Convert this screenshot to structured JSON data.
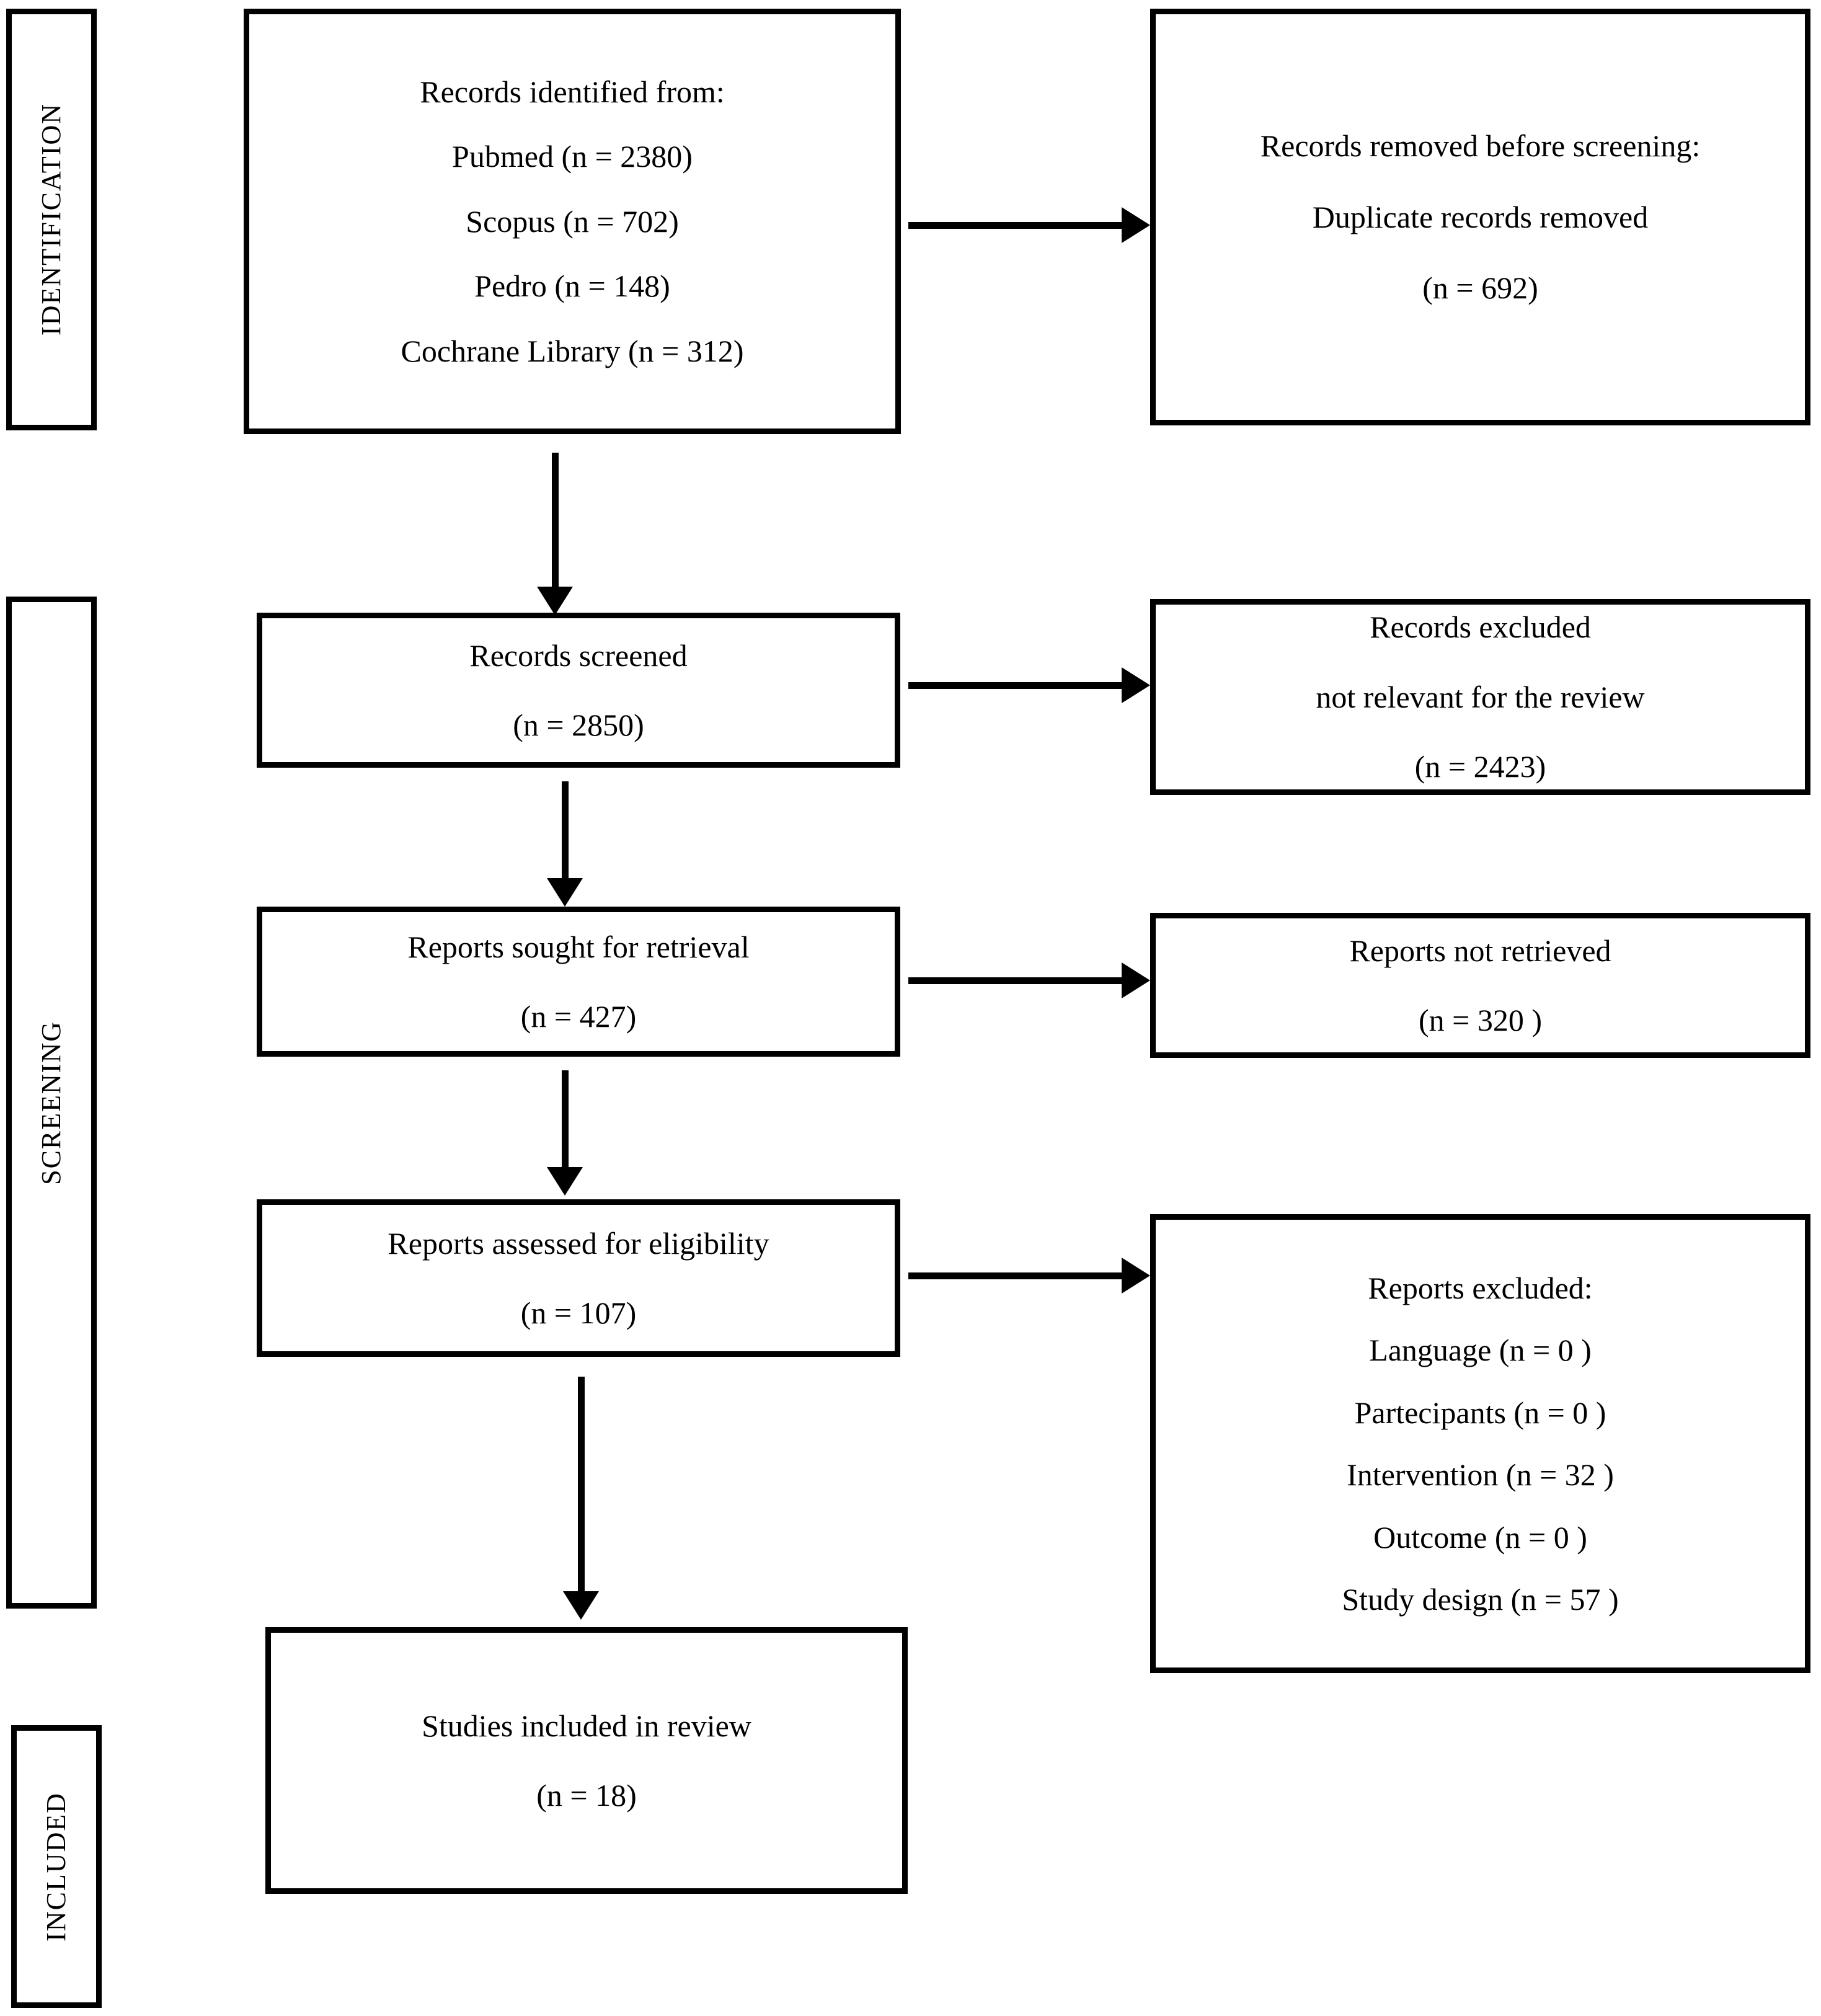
{
  "diagram": {
    "type": "prisma-flow-diagram",
    "title": "PRISMA 2020 flow diagram",
    "ink_color": "#000000",
    "background_color": "#ffffff"
  },
  "phases": [
    {
      "id": "identification",
      "label": "IDENTIFICATION"
    },
    {
      "id": "screening",
      "label": "SCREENING"
    },
    {
      "id": "included",
      "label": "INCLUDED"
    }
  ],
  "nodes": {
    "records_identified": {
      "lines": [
        "Records identified from:",
        "Pubmed (n = 2380)",
        "Scopus (n = 702)",
        "Pedro (n = 148)",
        "Cochrane Library (n = 312)"
      ]
    },
    "records_removed": {
      "lines": [
        "Records removed before screening:",
        "Duplicate records removed",
        "(n = 692)"
      ]
    },
    "records_screened": {
      "lines": [
        "Records screened",
        "(n = 2850)"
      ]
    },
    "records_excluded": {
      "lines": [
        "Records excluded",
        "not relevant for the review",
        "(n = 2423)"
      ]
    },
    "reports_sought": {
      "lines": [
        "Reports sought for retrieval",
        "(n = 427)"
      ]
    },
    "reports_not_retrieved": {
      "lines": [
        "Reports not retrieved",
        "(n = 320 )"
      ]
    },
    "reports_assessed": {
      "lines": [
        "Reports assessed for eligibility",
        "(n = 107)"
      ]
    },
    "reports_excluded": {
      "lines": [
        "Reports excluded:",
        "Language (n = 0 )",
        "Partecipants (n = 0 )",
        "Intervention (n = 32 )",
        "Outcome (n = 0 )",
        "Study design (n = 57 )"
      ]
    },
    "studies_included": {
      "lines": [
        "Studies included in review",
        "(n = 18)"
      ]
    }
  },
  "chart_data": {
    "type": "table",
    "title": "PRISMA 2020 flow diagram counts",
    "categories": [
      "Pubmed",
      "Scopus",
      "Pedro",
      "Cochrane Library",
      "Duplicate records removed",
      "Records screened",
      "Records excluded (not relevant)",
      "Reports sought for retrieval",
      "Reports not retrieved",
      "Reports assessed for eligibility",
      "Excluded: Language",
      "Excluded: Partecipants",
      "Excluded: Intervention",
      "Excluded: Outcome",
      "Excluded: Study design",
      "Studies included in review"
    ],
    "values": [
      2380,
      702,
      148,
      312,
      692,
      2850,
      2423,
      427,
      320,
      107,
      0,
      0,
      32,
      0,
      57,
      18
    ]
  }
}
